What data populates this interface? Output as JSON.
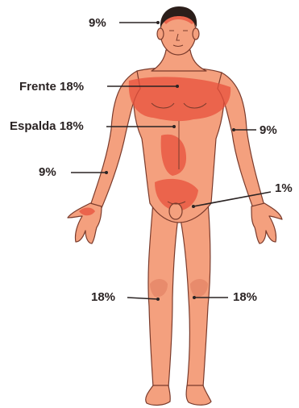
{
  "labels": {
    "head": "9%",
    "front": "Frente 18%",
    "back": "Espalda 18%",
    "left_arm": "9%",
    "right_arm": "9%",
    "genitals": "1%",
    "left_leg": "18%",
    "right_leg": "18%"
  },
  "colors": {
    "skin": "#f4a07e",
    "skin_shadow": "#e58466",
    "burn": "#e8503c",
    "outline": "#7a3b2c",
    "hair": "#2b1e1a",
    "leader_line": "#2a2323"
  }
}
